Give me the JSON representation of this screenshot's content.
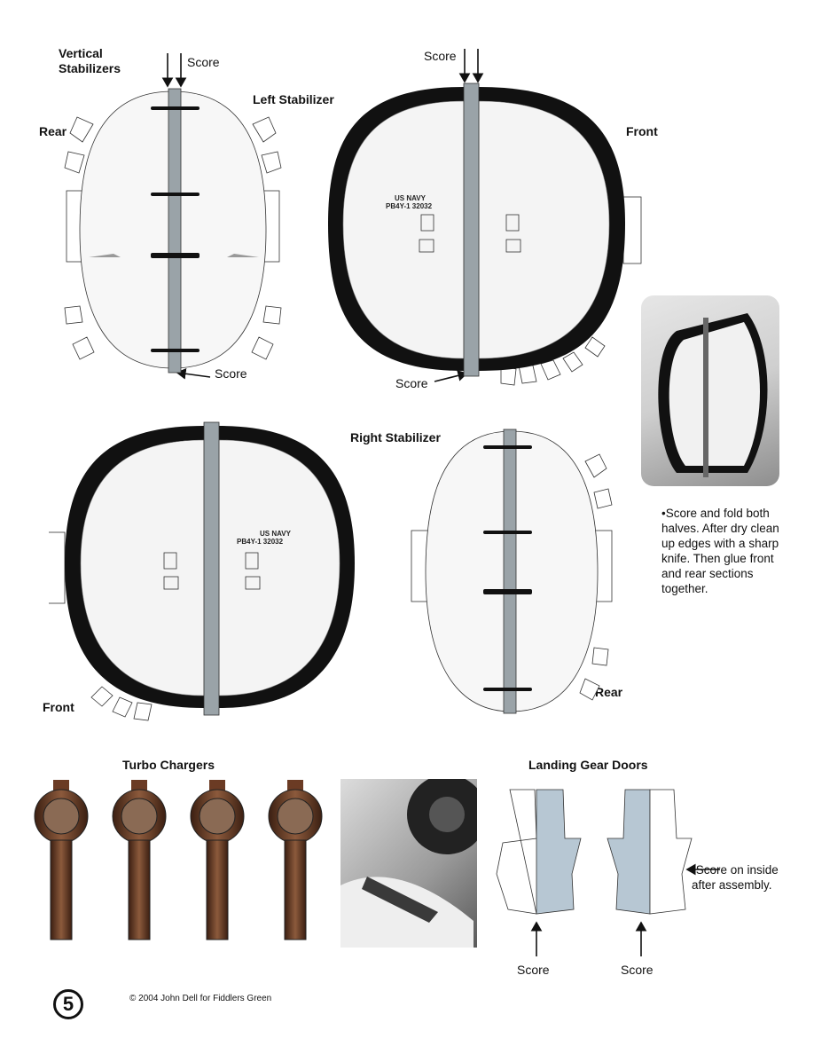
{
  "labels": {
    "vertical_stabilizers": "Vertical Stabilizers",
    "left_stabilizer": "Left Stabilizer",
    "right_stabilizer": "Right Stabilizer",
    "rear_1": "Rear",
    "front_1": "Front",
    "front_2": "Front",
    "rear_2": "Rear",
    "turbo_chargers": "Turbo Chargers",
    "landing_gear_doors": "Landing Gear Doors"
  },
  "score_labels": {
    "s1": "Score",
    "s2": "Score",
    "s3": "Score",
    "s4": "Score",
    "s5": "Score",
    "s6": "Score"
  },
  "markings": {
    "left_line1": "US NAVY",
    "left_line2": "PB4Y-1  32032",
    "right_line1": "US NAVY",
    "right_line2": "PB4Y-1  32032"
  },
  "instructions": {
    "stabilizer_note": "•Score and fold both halves. After dry clean up edges with a sharp knife. Then glue front and rear sections together.",
    "doors_note": "•Score on inside after assembly."
  },
  "page_number": "5",
  "copyright": "© 2004 John Dell for Fiddlers Green",
  "colors": {
    "spar_gray": "#9aa3a8",
    "door_blue": "#b7c7d3",
    "turbo_brown": "#6b3b24",
    "black_band": "#111111"
  }
}
